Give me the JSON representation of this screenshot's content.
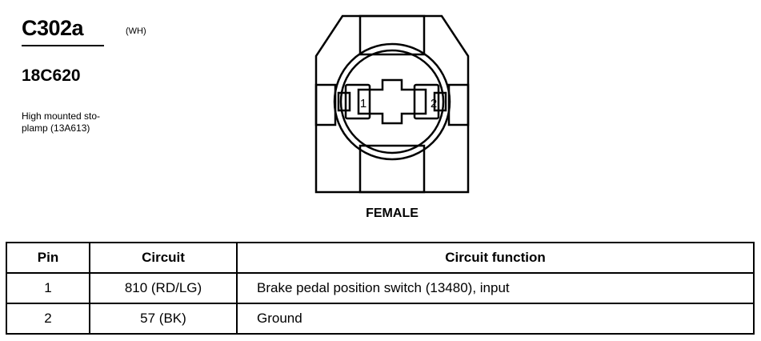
{
  "connector": {
    "id": "C302a",
    "color": "(WH)",
    "part_number": "18C620",
    "description": "High mounted sto-\nplamp (13A613)",
    "view": "FEMALE"
  },
  "diagram": {
    "pin_labels": [
      "1",
      "2"
    ]
  },
  "table": {
    "headers": {
      "pin": "Pin",
      "circuit": "Circuit",
      "function": "Circuit function"
    },
    "rows": [
      {
        "pin": "1",
        "circuit": "810 (RD/LG)",
        "function": "Brake pedal position switch (13480), input"
      },
      {
        "pin": "2",
        "circuit": "57 (BK)",
        "function": "Ground"
      }
    ]
  }
}
